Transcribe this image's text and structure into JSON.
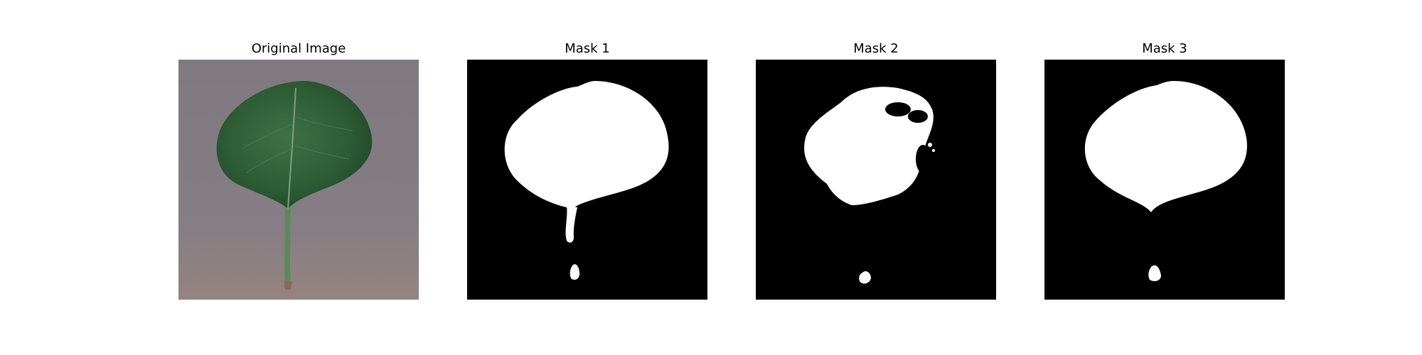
{
  "panels": [
    {
      "title": "Original Image",
      "icon": "leaf-photo"
    },
    {
      "title": "Mask 1",
      "icon": "leaf-mask"
    },
    {
      "title": "Mask 2",
      "icon": "leaf-mask"
    },
    {
      "title": "Mask 3",
      "icon": "leaf-mask"
    }
  ],
  "colors": {
    "background": "#ffffff",
    "mask_bg": "#000000",
    "mask_fg": "#ffffff",
    "leaf": "#2f5a35",
    "surface": "#807a80"
  }
}
